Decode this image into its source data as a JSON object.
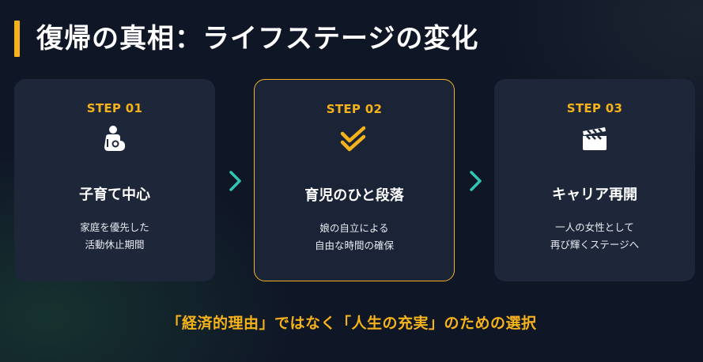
{
  "title": "復帰の真相：ライフステージの変化",
  "colors": {
    "accent": "#f6b21b",
    "arrow": "#2fc7b3",
    "card_bg": "#1e2739",
    "page_bg": "#0f1626"
  },
  "steps": [
    {
      "label": "STEP 01",
      "icon": "parent-child-icon",
      "heading": "子育て中心",
      "desc_line1": "家庭を優先した",
      "desc_line2": "活動休止期間",
      "highlighted": false
    },
    {
      "label": "STEP 02",
      "icon": "double-check-icon",
      "heading": "育児のひと段落",
      "desc_line1": "娘の自立による",
      "desc_line2": "自由な時間の確保",
      "highlighted": true
    },
    {
      "label": "STEP 03",
      "icon": "clapperboard-icon",
      "heading": "キャリア再開",
      "desc_line1": "一人の女性として",
      "desc_line2": "再び輝くステージへ",
      "highlighted": false
    }
  ],
  "tagline": "「経済的理由」ではなく「人生の充実」のための選択"
}
